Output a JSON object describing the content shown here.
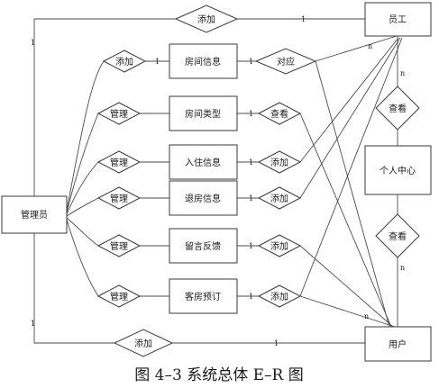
{
  "caption": "图 4–3 系统总体 E–R 图",
  "entities": {
    "admin": "管理员",
    "employee": "员工",
    "center": "个人中心",
    "user": "用户",
    "room_info": "房间信息",
    "room_type": "房间类型",
    "checkin_info": "入住信息",
    "checkout_info": "退房信息",
    "feedback": "留言反馈",
    "booking": "客房预订"
  },
  "relationships": {
    "top_add": "添加",
    "bottom_add": "添加",
    "left_1": "添加",
    "left_2": "管理",
    "left_3": "管理",
    "left_4": "管理",
    "left_5": "管理",
    "left_6": "管理",
    "right_1": "对应",
    "right_2": "查看",
    "right_3": "添加",
    "right_4": "添加",
    "right_5": "添加",
    "right_6": "添加",
    "view_1": "查看",
    "view_2": "查看"
  },
  "cardinality": {
    "one": "1",
    "many": "n"
  }
}
